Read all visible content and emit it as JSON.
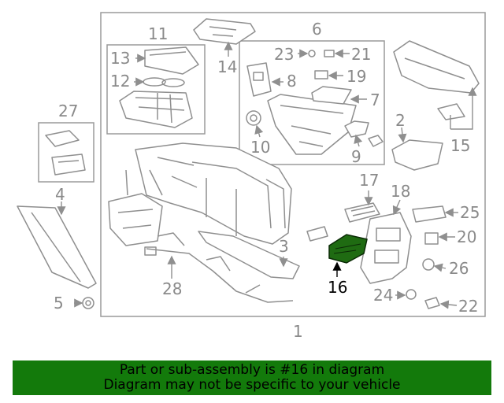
{
  "diagram": {
    "callouts": [
      "1",
      "2",
      "3",
      "4",
      "5",
      "6",
      "7",
      "8",
      "9",
      "10",
      "11",
      "12",
      "13",
      "14",
      "15",
      "16",
      "17",
      "18",
      "19",
      "20",
      "21",
      "22",
      "23",
      "24",
      "25",
      "26",
      "27",
      "28"
    ],
    "highlight_part": "16",
    "highlight_color": "#1f6b12",
    "line_color": "#8f8f8f"
  },
  "banner": {
    "line1": "Part or sub-assembly is #16 in diagram",
    "line2": "Diagram may not be specific to your vehicle",
    "color": "#137a0b"
  }
}
